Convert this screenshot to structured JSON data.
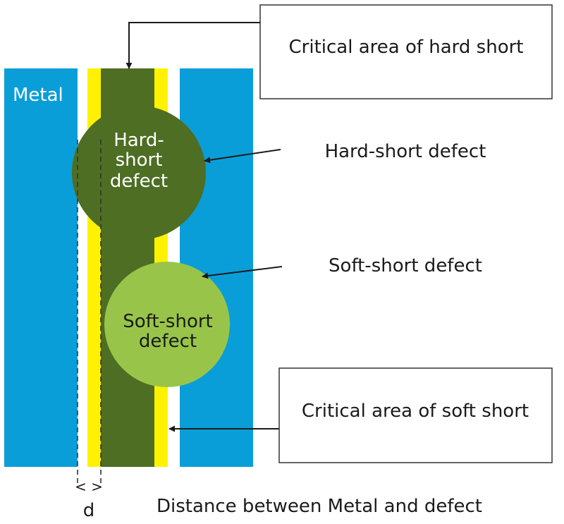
{
  "labels": {
    "metal": "Metal",
    "hard_defect_lines": [
      "Hard-",
      "short",
      "defect"
    ],
    "soft_defect_lines": [
      "Soft-short",
      "defect"
    ],
    "hard_callout": "Hard-short defect",
    "soft_callout": "Soft-short defect",
    "critical_hard": "Critical area of hard short",
    "critical_soft": "Critical area of soft short",
    "distance_caption": "Distance between Metal and defect",
    "d_symbol": "d",
    "dimension_marks": "< >"
  },
  "colors": {
    "metal": "#0a9ed9",
    "critical_hard": "#4d6e23",
    "critical_soft": "#fff200",
    "hard_defect": "#4d6e23",
    "soft_defect": "#98c549",
    "text_on_color": "#ffffff",
    "text": "#1a1a1a",
    "arrow": "#1a1a1a",
    "box_border": "#333333"
  }
}
